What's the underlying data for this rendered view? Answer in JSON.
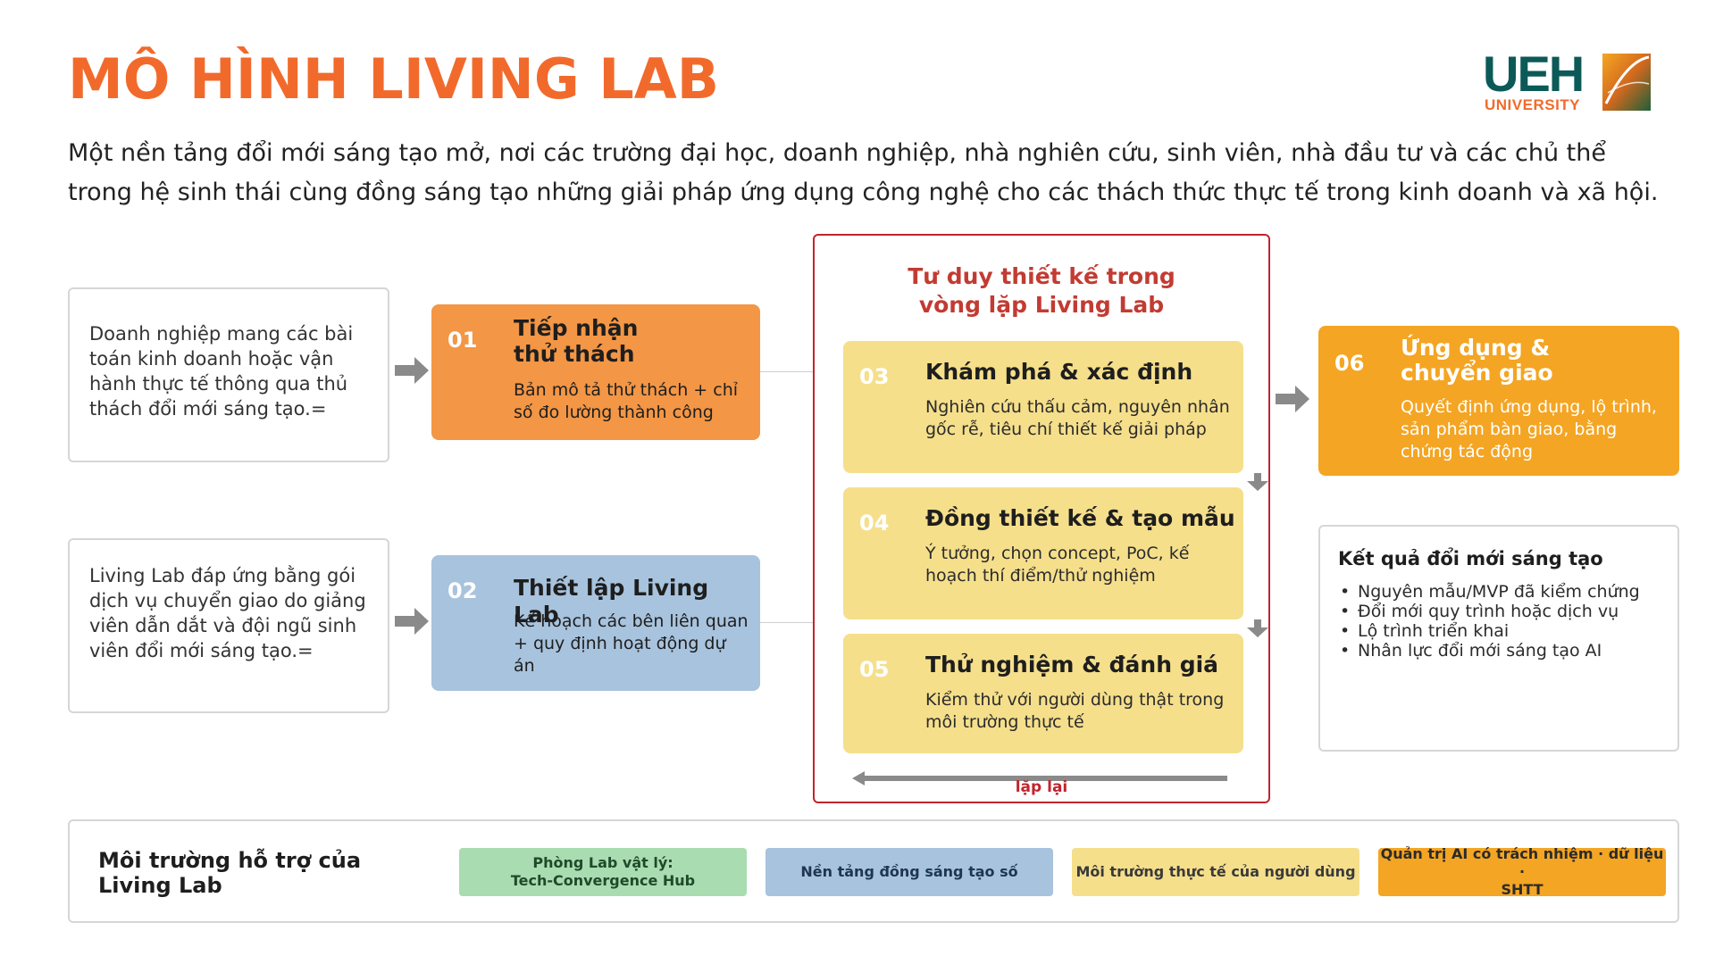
{
  "header": {
    "title": "MÔ HÌNH LIVING LAB",
    "subtitle": "Một nền tảng đổi mới sáng tạo mở, nơi các trường đại học, doanh nghiệp, nhà nghiên cứu, sinh viên, nhà đầu tư và các chủ thể trong hệ sinh thái cùng đồng sáng tạo những giải pháp ứng dụng công nghệ cho các thách thức thực tế trong kinh doanh và xã hội."
  },
  "logo": {
    "main": "UEH",
    "sub": "UNIVERSITY"
  },
  "inputs": [
    {
      "text": "Doanh nghiệp mang các bài toán kinh doanh hoặc vận hành thực tế thông qua thủ thách đổi mới sáng tạo.="
    },
    {
      "text": "Living Lab đáp ứng bằng gói dịch vụ chuyển giao do giảng viên dẫn dắt và đội ngũ sinh viên đổi mới sáng tạo.="
    }
  ],
  "steps": [
    {
      "num": "01",
      "title_line1": "Tiếp nhận",
      "title_line2": "thử thách",
      "body": "Bản mô tả thử thách + chỉ số đo lường thành công"
    },
    {
      "num": "02",
      "title": "Thiết lập Living Lab",
      "body": "Kế hoạch các bên liên quan + quy định hoạt động dự án"
    },
    {
      "num": "03",
      "title": "Khám phá & xác định",
      "body": "Nghiên cứu thấu cảm, nguyên nhân gốc rễ, tiêu chí thiết kế giải pháp"
    },
    {
      "num": "04",
      "title": "Đồng thiết kế & tạo mẫu",
      "body": "Ý tưởng, chọn concept, PoC, kế hoạch thí điểm/thử nghiệm"
    },
    {
      "num": "05",
      "title": "Thử nghiệm & đánh giá",
      "body": "Kiểm thử với người dùng thật trong môi trường thực tế"
    },
    {
      "num": "06",
      "title_line1": "Ứng dụng &",
      "title_line2": "chuyển giao",
      "body": "Quyết định ứng dụng, lộ trình, sản phẩm bàn giao, bằng chứng tác động"
    }
  ],
  "loop": {
    "title_line1": "Tư duy thiết kế trong",
    "title_line2": "vòng lặp Living Lab",
    "repeat_label": "lặp lại"
  },
  "results": {
    "title": "Kết quả đổi mới sáng tạo",
    "items": [
      "Nguyên mẫu/MVP đã kiểm chứng",
      "Đổi mới quy trình hoặc dịch vụ",
      "Lộ trình triển khai",
      "Nhân lực đổi mới sáng tạo AI"
    ]
  },
  "support": {
    "title_line1": "Môi trường hỗ trợ của",
    "title_line2": "Living Lab",
    "pills": [
      {
        "line1": "Phòng Lab vật lý:",
        "line2": "Tech-Convergence Hub"
      },
      {
        "line1": "Nền tảng đồng sáng tạo số",
        "line2": ""
      },
      {
        "line1": "Môi trường thực tế của người dùng",
        "line2": ""
      },
      {
        "line1": "Quản trị AI có trách nhiệm · dữ liệu ·",
        "line2": "SHTT"
      }
    ]
  },
  "colors": {
    "title_orange": "#f26a2b",
    "step01": "#f39645",
    "step02": "#a8c3dd",
    "loop_yellow": "#f5df8b",
    "step06": "#f4a523",
    "loop_border": "#c0252e",
    "green_pill": "#a9dcb0",
    "arrow_gray": "#8a8a8a"
  }
}
